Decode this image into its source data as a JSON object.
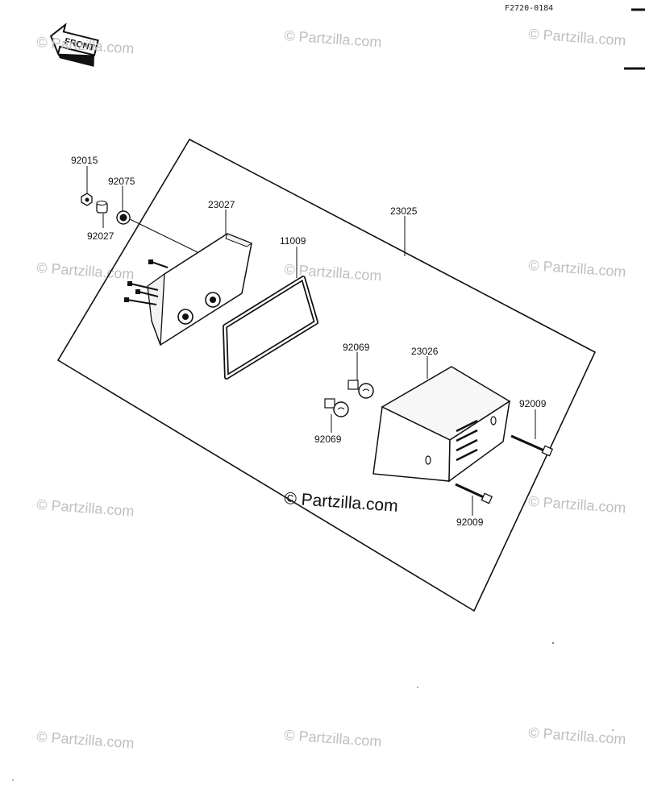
{
  "diagram_code": "F2720-0184",
  "front_label": "FRONT",
  "watermark": "© Partzilla.com",
  "center_watermark": "© Partzilla.com",
  "parts": {
    "p92015": "92015",
    "p92075": "92075",
    "p92027": "92027",
    "p23027": "23027",
    "p11009": "11009",
    "p23025": "23025",
    "p92069_a": "92069",
    "p92069_b": "92069",
    "p23026": "23026",
    "p92009_a": "92009",
    "p92009_b": "92009"
  },
  "colors": {
    "line": "#111111",
    "watermark": "#bfbfbf",
    "background": "#ffffff"
  }
}
